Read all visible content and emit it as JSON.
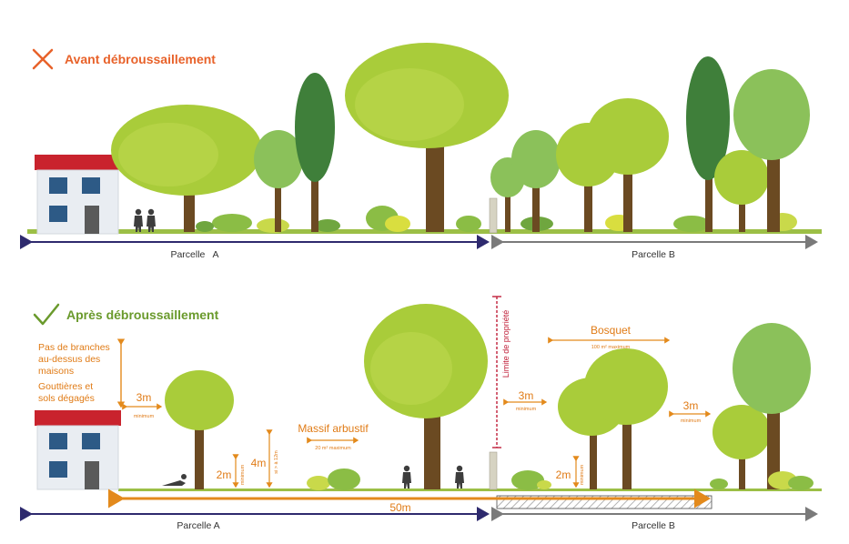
{
  "before": {
    "title": "Avant débroussaillement",
    "parcel_a": "Parcelle   A",
    "parcel_b": "Parcelle B"
  },
  "after": {
    "title": "Après débroussaillement",
    "note_branches": [
      "Pas de branches",
      "au-dessus des",
      "maisons"
    ],
    "note_gutters": [
      "Gouttières et",
      "sols dégagés"
    ],
    "dim_house": "3m",
    "dim_house_sub": "minimum",
    "dim_2m_a": "2m",
    "dim_4m": "4m",
    "dim_4m_sub": "minimum",
    "dim_vertical_small": "si > à 12m",
    "massif_label": "Massif arbustif",
    "massif_sub": "20 m² maximum",
    "limit_label": "Limite de propriété",
    "dim_3m_b": "3m",
    "dim_3m_b_sub": "minimum",
    "bosquet_label": "Bosquet",
    "bosquet_sub": "100 m² maximum",
    "dim_3m_c": "3m",
    "dim_3m_c_sub": "minimum",
    "dim_2m_b": "2m",
    "dim_2m_b_sub": "minimum",
    "distance": "50m",
    "parcel_a": "Parcelle A",
    "parcel_b": "Parcelle B"
  },
  "colors": {
    "cross": "#e8622a",
    "check": "#6a9a2c",
    "parcel_a_arrow": "#2e2a6e",
    "parcel_b_arrow": "#7a7a7a",
    "orange": "#e38a1c",
    "roof": "#c9232d",
    "tree_light": "#a9cc3a",
    "tree_dark": "#4a8a3a",
    "trunk": "#6b4a22"
  },
  "icons": [
    "cross-icon",
    "check-icon"
  ]
}
